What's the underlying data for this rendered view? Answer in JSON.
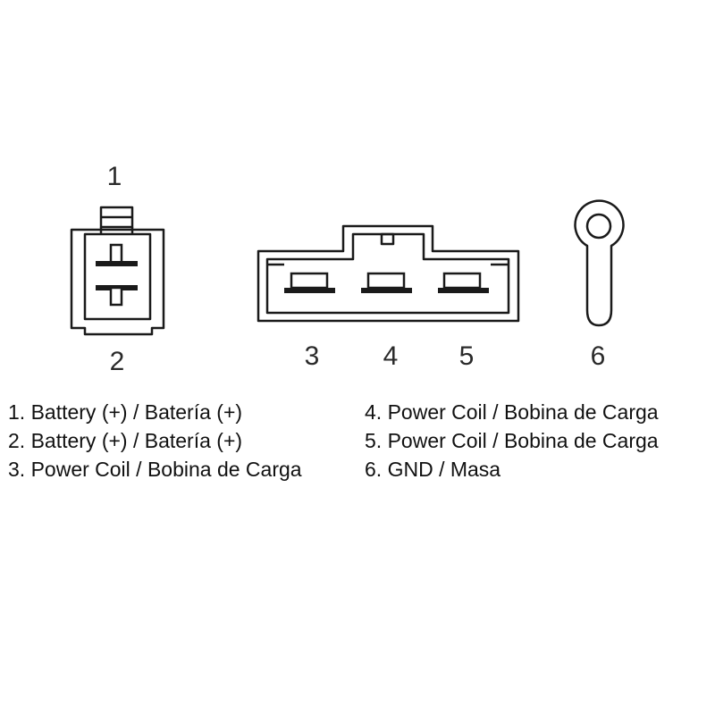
{
  "pins": {
    "p1": "1",
    "p2": "2",
    "p3": "3",
    "p4": "4",
    "p5": "5",
    "p6": "6"
  },
  "legend": {
    "left": [
      "1. Battery (+) / Batería (+)",
      "2. Battery (+) / Batería (+)",
      "3. Power Coil / Bobina de Carga"
    ],
    "right": [
      "4. Power Coil / Bobina de Carga",
      "5. Power Coil / Bobina de Carga",
      "6. GND / Masa"
    ]
  }
}
